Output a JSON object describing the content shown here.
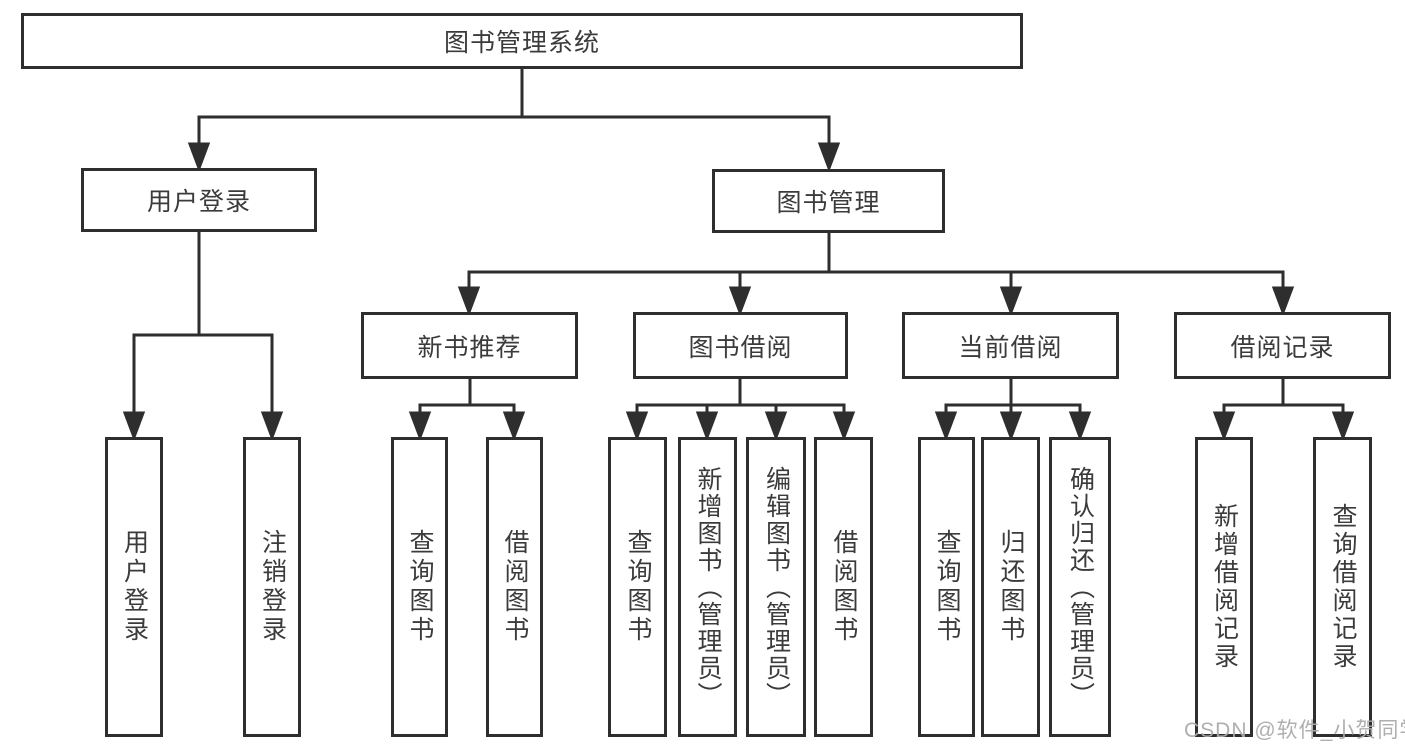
{
  "diagram": {
    "root": {
      "label": "图书管理系统"
    },
    "level2": {
      "user_login": {
        "label": "用户登录"
      },
      "book_management": {
        "label": "图书管理"
      }
    },
    "level3": {
      "new_book_recommend": {
        "label": "新书推荐"
      },
      "book_borrowing": {
        "label": "图书借阅"
      },
      "current_borrowing": {
        "label": "当前借阅"
      },
      "borrowing_records": {
        "label": "借阅记录"
      }
    },
    "leaves": {
      "user_login": {
        "label": "用户登录"
      },
      "logout": {
        "label": "注销登录"
      },
      "recommend_query_books": {
        "label": "查询图书"
      },
      "recommend_borrow_books": {
        "label": "借阅图书"
      },
      "borrowing_query_books": {
        "label": "查询图书"
      },
      "borrowing_add_books": {
        "label": "新增图书（管理员）"
      },
      "borrowing_edit_books": {
        "label": "编辑图书（管理员）"
      },
      "borrowing_borrow_books": {
        "label": "借阅图书"
      },
      "current_query_books": {
        "label": "查询图书"
      },
      "current_return_books": {
        "label": "归还图书"
      },
      "current_confirm_return": {
        "label": "确认归还（管理员）"
      },
      "records_add_record": {
        "label": "新增借阅记录"
      },
      "records_query_record": {
        "label": "查询借阅记录"
      }
    }
  },
  "watermark": {
    "text": "CSDN @软件_小贺同学"
  },
  "colors": {
    "line": "#2e2e2e",
    "text": "#3b3b3b",
    "background": "#ffffff",
    "watermark": "#ababab"
  }
}
